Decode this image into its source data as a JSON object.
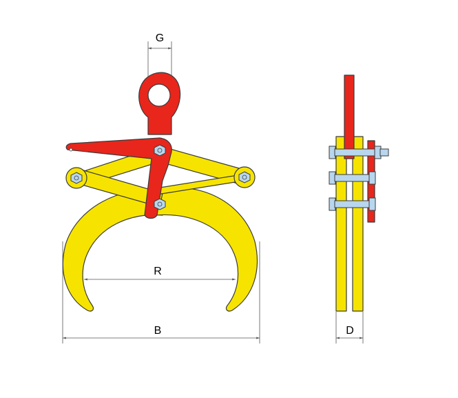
{
  "dimensions": {
    "g_label": "G",
    "r_label": "R",
    "b_label": "B",
    "d_label": "D"
  },
  "colors": {
    "body": "#f6e400",
    "lever": "#e8261c",
    "hardware": "#b8d6ee",
    "outline": "#3a3a3a"
  }
}
